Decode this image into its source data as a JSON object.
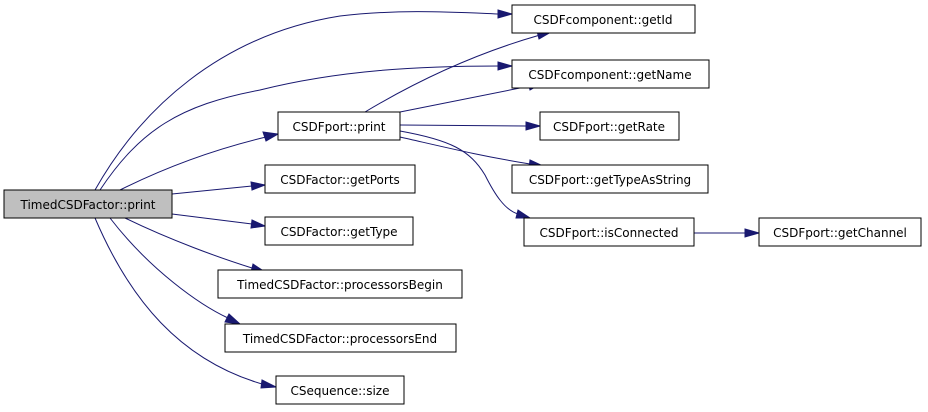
{
  "diagram": {
    "root": {
      "label": "TimedCSDFactor::print",
      "fill": "#bfbfbf"
    },
    "nodes": {
      "getId": "CSDFcomponent::getId",
      "getName": "CSDFcomponent::getName",
      "portPrint": "CSDFport::print",
      "getRate": "CSDFport::getRate",
      "getTypeAsString": "CSDFport::getTypeAsString",
      "getPorts": "CSDFactor::getPorts",
      "isConnected": "CSDFport::isConnected",
      "getChannel": "CSDFport::getChannel",
      "getType": "CSDFactor::getType",
      "processorsBegin": "TimedCSDFactor::processorsBegin",
      "processorsEnd": "TimedCSDFactor::processorsEnd",
      "size": "CSequence::size"
    },
    "colors": {
      "edge": "#191970",
      "node_fill": "#ffffff",
      "border": "#000000"
    }
  }
}
